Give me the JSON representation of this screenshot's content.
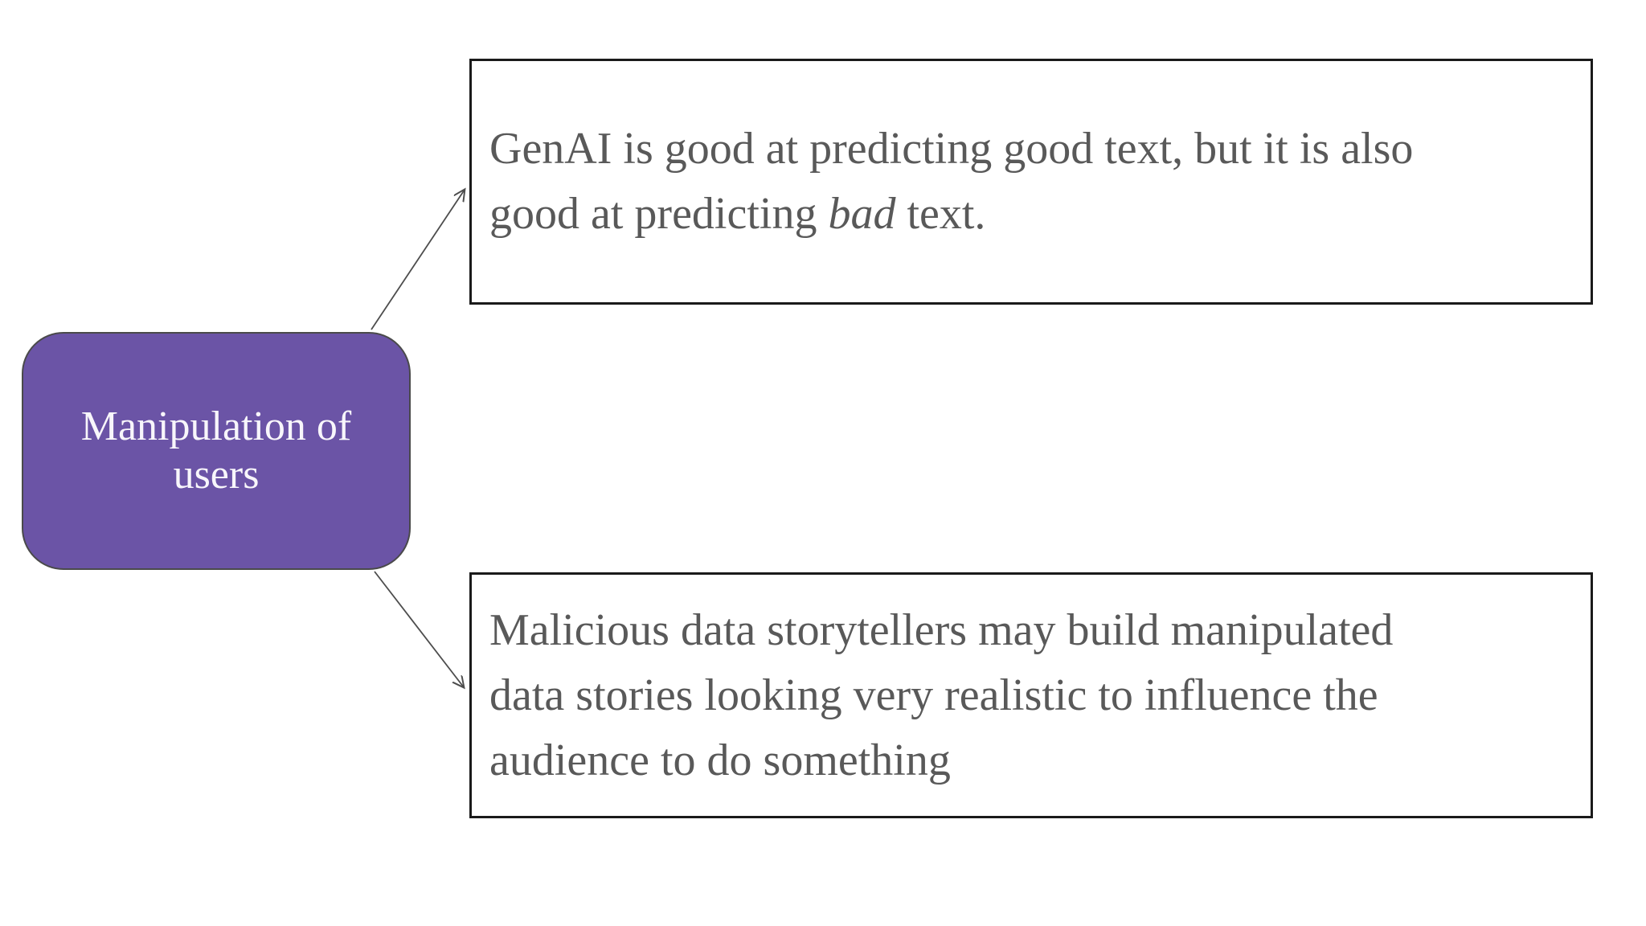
{
  "diagram": {
    "root": {
      "label_line1": "Manipulation of",
      "label_line2": "users"
    },
    "branch_top": {
      "line1": "GenAI is good at predicting good text, but it is also",
      "line2_pre": "good at predicting ",
      "line2_italic": "bad",
      "line2_post": " text."
    },
    "branch_bottom": {
      "line1": "Malicious data storytellers may build manipulated",
      "line2": "data stories looking very realistic to influence the",
      "line3": "audience to do something"
    }
  },
  "colors": {
    "canvas_bg": "#FFFFFF",
    "node_fill": "#6B54A6",
    "node_border": "#4A4A4A",
    "node_text": "#F8F6FB",
    "box_bg": "#FFFFFF",
    "box_border": "#1A1A1A",
    "box_text": "#595959",
    "connector": "#4D4D4D"
  }
}
